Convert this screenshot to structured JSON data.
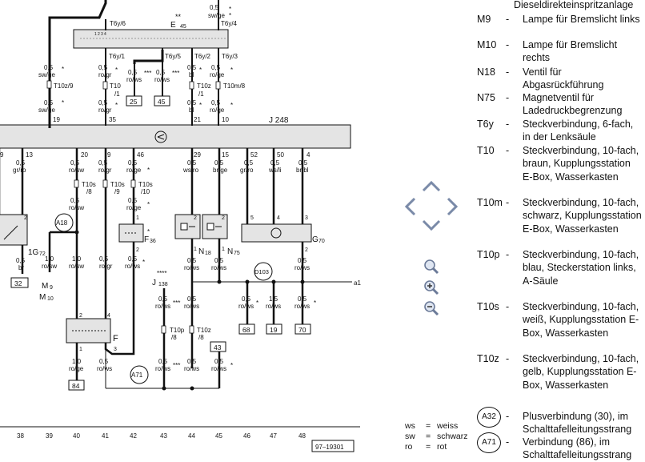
{
  "header": {
    "title": "Dieseldirekteinspritzanlage"
  },
  "legend": [
    {
      "code": "M9",
      "text": "Lampe für Bremslicht links"
    },
    {
      "code": "M10",
      "text": "Lampe für Bremslicht rechts"
    },
    {
      "code": "N18",
      "text": "Ventil für Abgasrückführung"
    },
    {
      "code": "N75",
      "text": "Magnetventil für Ladedruckbegrenzung"
    },
    {
      "code": "T6y",
      "text": "Steckverbindung, 6-fach, in der Lenksäule"
    },
    {
      "code": "T10",
      "text": "Steckverbindung, 10-fach, braun, Kupplungsstation E-Box, Wasserkasten"
    },
    {
      "code": "T10m",
      "text": "Steckverbindung, 10-fach, schwarz, Kupplungsstation E-Box, Wasserkasten"
    },
    {
      "code": "T10p",
      "text": "Steckverbindung, 10-fach, blau, Steckerstation links, A-Säule"
    },
    {
      "code": "T10s",
      "text": "Steckverbindung, 10-fach, weiß, Kupplungsstation E-Box, Wasserkasten"
    },
    {
      "code": "T10z",
      "text": "Steckverbindung, 10-fach, gelb, Kupplungsstation E-Box, Wasserkasten"
    },
    {
      "code": "A32",
      "text": "Plusverbindung (30), im Schalttafelleitungsstrang"
    },
    {
      "code": "A71",
      "text": "Verbindung (86), im Schalttafelleitungsstrang"
    }
  ],
  "color_codes": [
    {
      "abbr": "ws",
      "name": "weiss"
    },
    {
      "abbr": "sw",
      "name": "schwarz"
    },
    {
      "abbr": "ro",
      "name": "rot"
    }
  ],
  "navigation": {
    "icons": [
      "pan-up-icon",
      "pan-left-icon",
      "pan-right-icon",
      "pan-down-icon",
      "zoom-fit-icon",
      "zoom-in-icon",
      "zoom-out-icon"
    ]
  },
  "diagram": {
    "component_labels": {
      "E45": "E",
      "E45_num": "45",
      "E45_stars": "**",
      "J248": "J 248",
      "J138": "J",
      "J138_num": "138",
      "J138_stars": "****",
      "G72": "1G",
      "G72_num": "72",
      "F36": "F",
      "F36_num": "36",
      "G70": "G",
      "G70_num": "70",
      "N18": "N",
      "N18_num": "18",
      "N75": "N",
      "N75_num": "75",
      "F": "F",
      "M9": "M",
      "M9_num": "9",
      "M10": "M",
      "M10_num": "10",
      "A18": "A18",
      "A71": "A71",
      "D103": "D103",
      "a1": "a1"
    },
    "connector_labels": {
      "t6y6": "T6y/6",
      "t6y4": "T6y/4",
      "t6y1": "T6y/1",
      "t6y5": "T6y/5",
      "t6y2": "T6y/2",
      "t6y3": "T6y/3",
      "t10z9": "T10z/9",
      "t10_1a": "T10",
      "t10_1b": "/1",
      "t10z_1a": "T10z",
      "t10z_1b": "/1",
      "t10m8": "T10m/8",
      "t10s8a": "T10s",
      "t10s8b": "/8",
      "t10s9a": "T10s",
      "t10s9b": "/9",
      "t10s10a": "T10s",
      "t10s10b": "/10",
      "t10p8a": "T10p",
      "t10p8b": "/8",
      "t10z8a": "T10z",
      "t10z8b": "/8"
    },
    "pin_numbers": {
      "p19": "19",
      "p35": "35",
      "p21": "21",
      "p10": "10",
      "p9": "9",
      "p13": "13",
      "p20": "20",
      "p9b": "9",
      "p46": "46",
      "p29": "29",
      "p15": "15",
      "p52": "52",
      "p50": "50",
      "p4": "4",
      "g72_2": "2",
      "g72_1": "1",
      "f36_1": "1",
      "f36_2": "2",
      "n18_2": "2",
      "n18_1": "1",
      "n75_2": "2",
      "n75_1": "1",
      "g70_5": "5",
      "g70_4": "4",
      "g70_3": "3",
      "g70_2": "2",
      "f_2": "2",
      "f_4": "4",
      "f_1": "1",
      "f_3": "3",
      "e45_1": "1",
      "e45_2": "2",
      "e45_3": "3",
      "e45_4": "4"
    },
    "wire_labels": {
      "w05": "0,5",
      "w10": "1,0",
      "w15": "1,5",
      "swge_star": "sw/ge",
      "rogr": "ro/gr",
      "rows": "ro/ws",
      "rowsx": "ro/ws",
      "bl": "bl",
      "roge": "ro/ge",
      "grro": "gr/ro",
      "rosw": "ro/sw",
      "wsro": "ws/ro",
      "brge": "br/ge",
      "wsli": "ws/li",
      "brbl": "br/bl",
      "br": "br",
      "star": "*",
      "dstar": "**",
      "tstar": "***"
    },
    "ref_boxes": {
      "b25": "25",
      "b45": "45",
      "b32": "32",
      "b68": "68",
      "b19": "19",
      "b70": "70",
      "b43": "43",
      "b84": "84"
    },
    "column_numbers": [
      "38",
      "39",
      "40",
      "41",
      "42",
      "43",
      "44",
      "45",
      "46",
      "47",
      "48"
    ],
    "drawing_number": "97–19301"
  }
}
